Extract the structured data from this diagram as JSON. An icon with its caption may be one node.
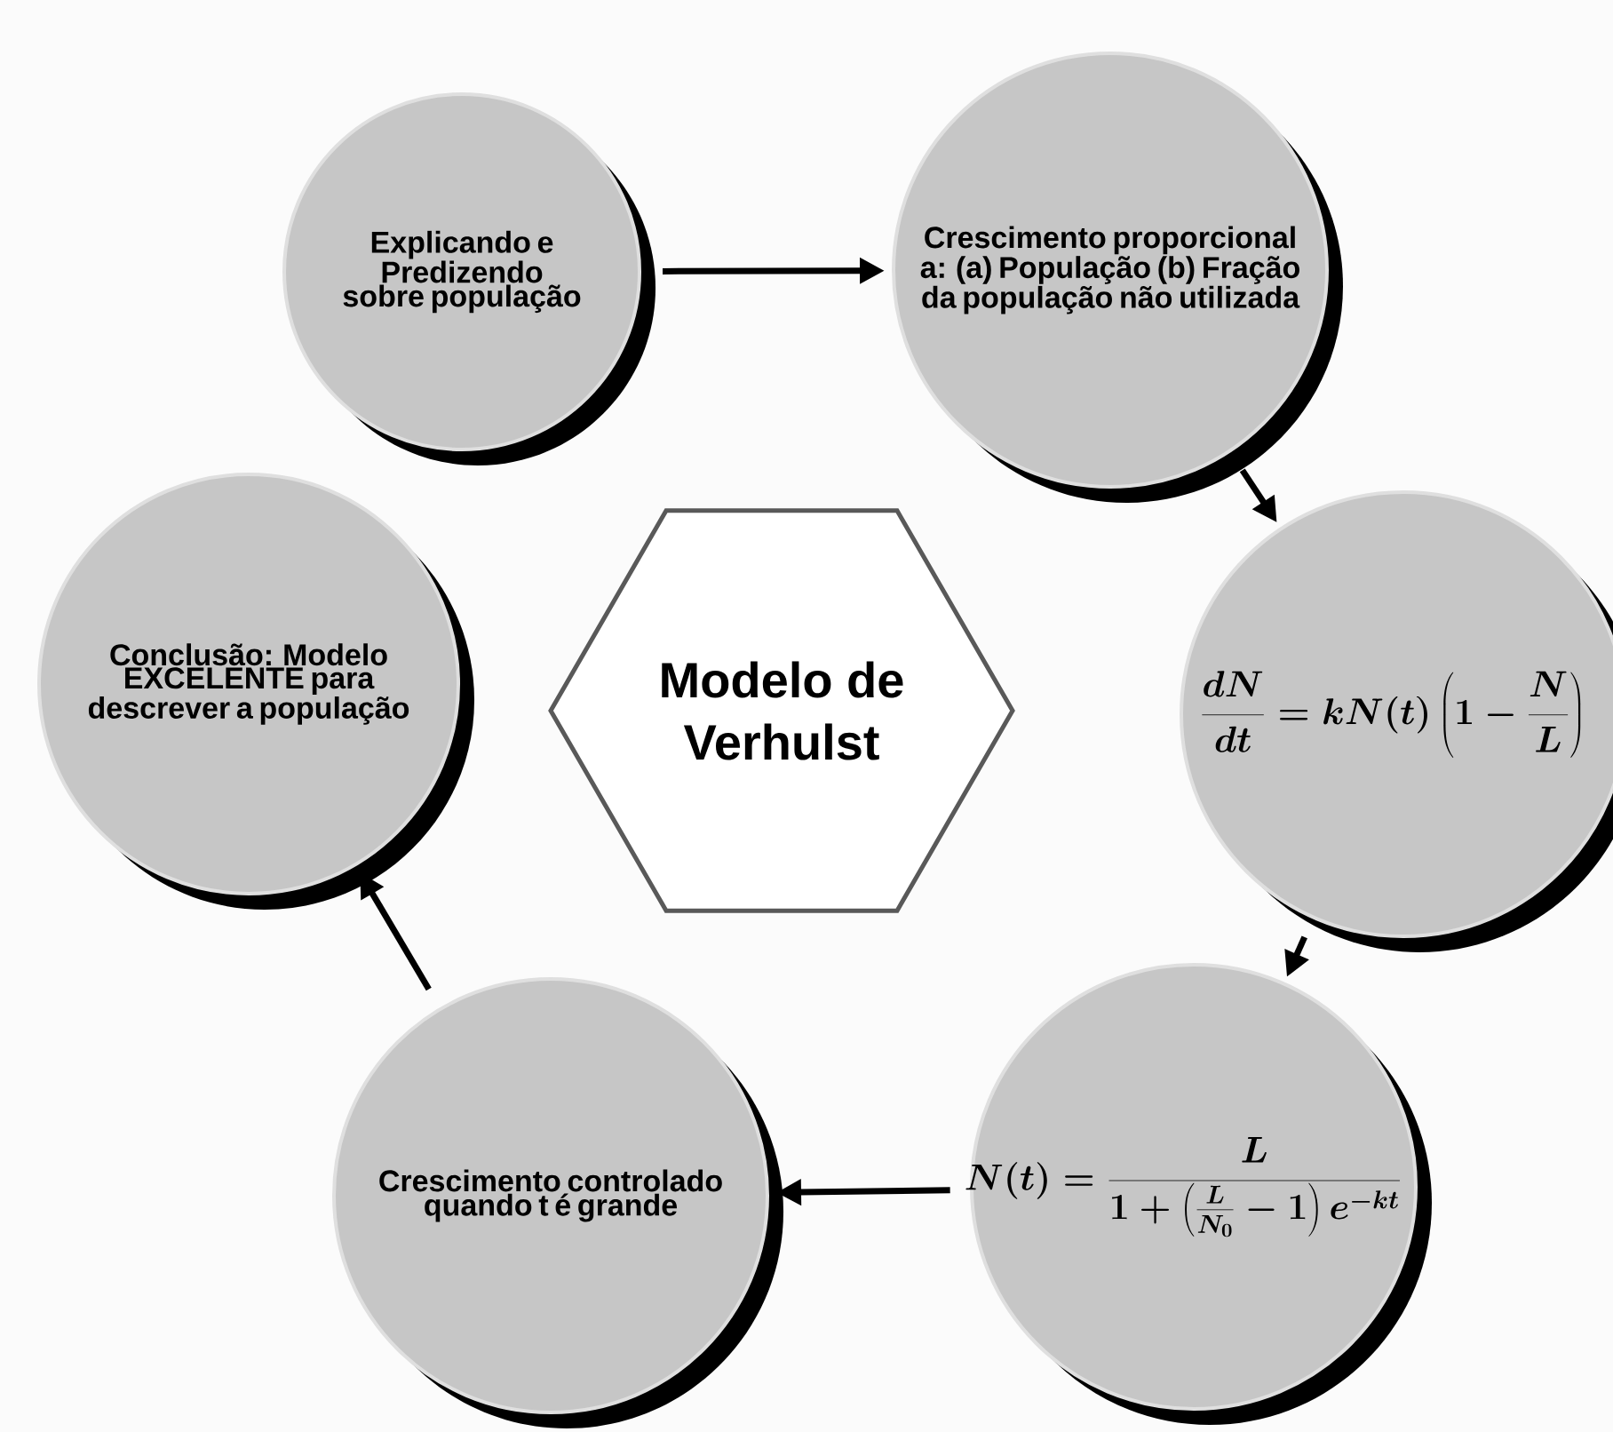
{
  "diagram": {
    "nodes": [
      {
        "text": [
          "Explicando e Predizendo sobre população"
        ]
      },
      {
        "text": [
          "Crescimento proporcional a: (a) População (b) Fração da população não utilizada"
        ]
      },
      {
        "text": [
          "\\frac{dN}{dt}=kN(t)\\left(1-\\frac{N}{L}\\right)"
        ]
      },
      {
        "text": [
          "N(t)=\\frac{L}{1+\\left(\\frac{L}{N_{0}}-1\\right)e^{-kt}}"
        ]
      },
      {
        "text": [
          "Crescimento controlado quando t é grande"
        ]
      },
      {
        "text": [
          "Conclusão: Modelo EXCELENTE para descrever a população"
        ]
      },
      {
        "text": [
          "Modelo de Verhulst"
        ]
      }
    ],
    "edges": [
      {
        "from": 0,
        "to": 1,
        "arrow": "to"
      },
      {
        "from": 1,
        "to": 2,
        "arrow": "to"
      },
      {
        "from": 2,
        "to": 3,
        "arrow": "to"
      },
      {
        "from": 3,
        "to": 4,
        "arrow": "to"
      },
      {
        "from": 4,
        "to": 5,
        "arrow": "to"
      }
    ]
  }
}
